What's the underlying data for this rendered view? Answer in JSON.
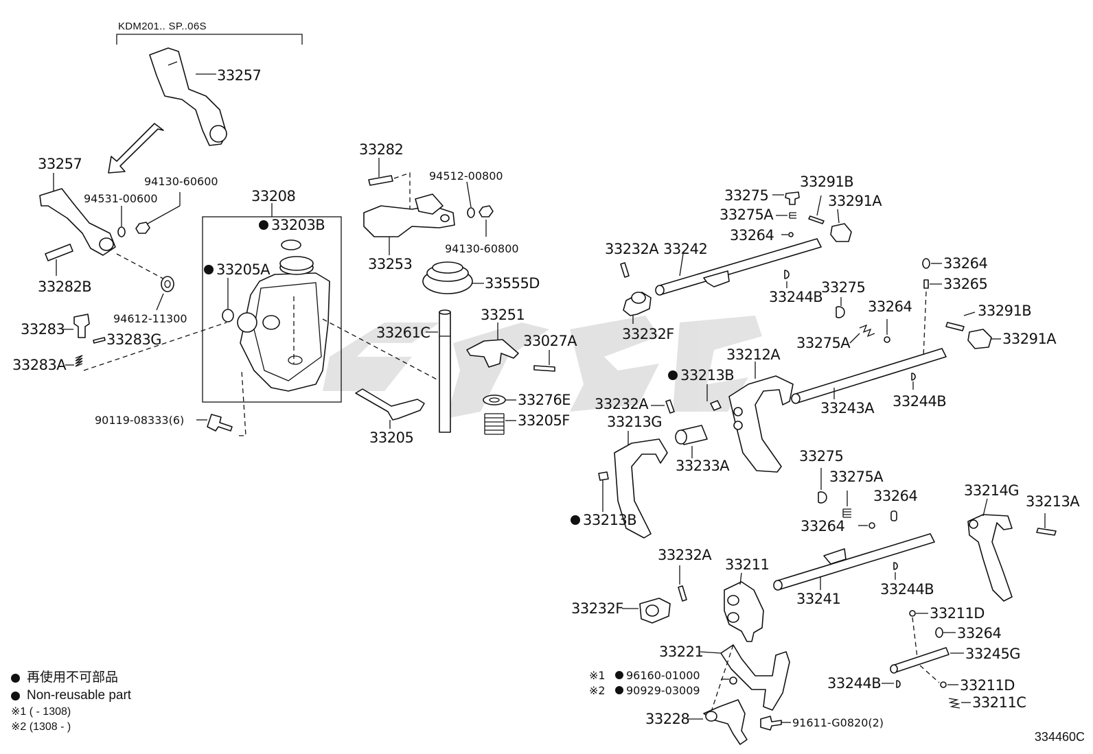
{
  "header": {
    "model_range": "KDM201.. SP..06S"
  },
  "figure_ref": "334460C",
  "legend": {
    "non_reusable_jp": "再使用不可部品",
    "non_reusable_en": "Non-reusable part",
    "note1": "※1 (         - 1308)",
    "note2": "※2 (1308 -         )"
  },
  "labels": {
    "p33257_top": "33257",
    "p33257": "33257",
    "p94130_60600": "94130-60600",
    "p94531_00600": "94531-00600",
    "p33282B": "33282B",
    "p33208": "33208",
    "p33203B": "33203B",
    "p33205A": "33205A",
    "p94612_11300": "94612-11300",
    "p33283": "33283",
    "p33283G": "33283G",
    "p33283A": "33283A",
    "p90119": "90119-08333(6)",
    "p33282": "33282",
    "p94512_00800": "94512-00800",
    "p94130_60800": "94130-60800",
    "p33253": "33253",
    "p33555D": "33555D",
    "p33251": "33251",
    "p33261C": "33261C",
    "p33027A": "33027A",
    "p33276E": "33276E",
    "p33205F": "33205F",
    "p33205": "33205",
    "p33275_a": "33275",
    "p33291B_a": "33291B",
    "p33275A_a": "33275A",
    "p33291A_a": "33291A",
    "p33264_a": "33264",
    "p33232A_a": "33232A",
    "p33242": "33242",
    "p33244B_a": "33244B",
    "p33232F_a": "33232F",
    "p33264_b": "33264",
    "p33265": "33265",
    "p33275_b": "33275",
    "p33264_c": "33264",
    "p33291B_b": "33291B",
    "p33291A_b": "33291A",
    "p33275A_b": "33275A",
    "p33212A": "33212A",
    "p33213B_a": "33213B",
    "p33243A": "33243A",
    "p33244B_b": "33244B",
    "p33232A_b": "33232A",
    "p33213G": "33213G",
    "p33233A": "33233A",
    "p33213B_b": "33213B",
    "p33275_c": "33275",
    "p33275A_c": "33275A",
    "p33264_d": "33264",
    "p33264_e": "33264",
    "p33214G": "33214G",
    "p33213A": "33213A",
    "p33232A_c": "33232A",
    "p33211": "33211",
    "p33241": "33241",
    "p33244B_c": "33244B",
    "p33232F_b": "33232F",
    "p33221": "33221",
    "p96160": "96160-01000",
    "p90929": "90929-03009",
    "p33228": "33228",
    "p91611": "91611-G0820(2)",
    "p33211D_a": "33211D",
    "p33264_f": "33264",
    "p33245G": "33245G",
    "p33244B_d": "33244B",
    "p33211D_b": "33211D",
    "p33211C": "33211C",
    "mark1": "※1",
    "mark2": "※2"
  }
}
